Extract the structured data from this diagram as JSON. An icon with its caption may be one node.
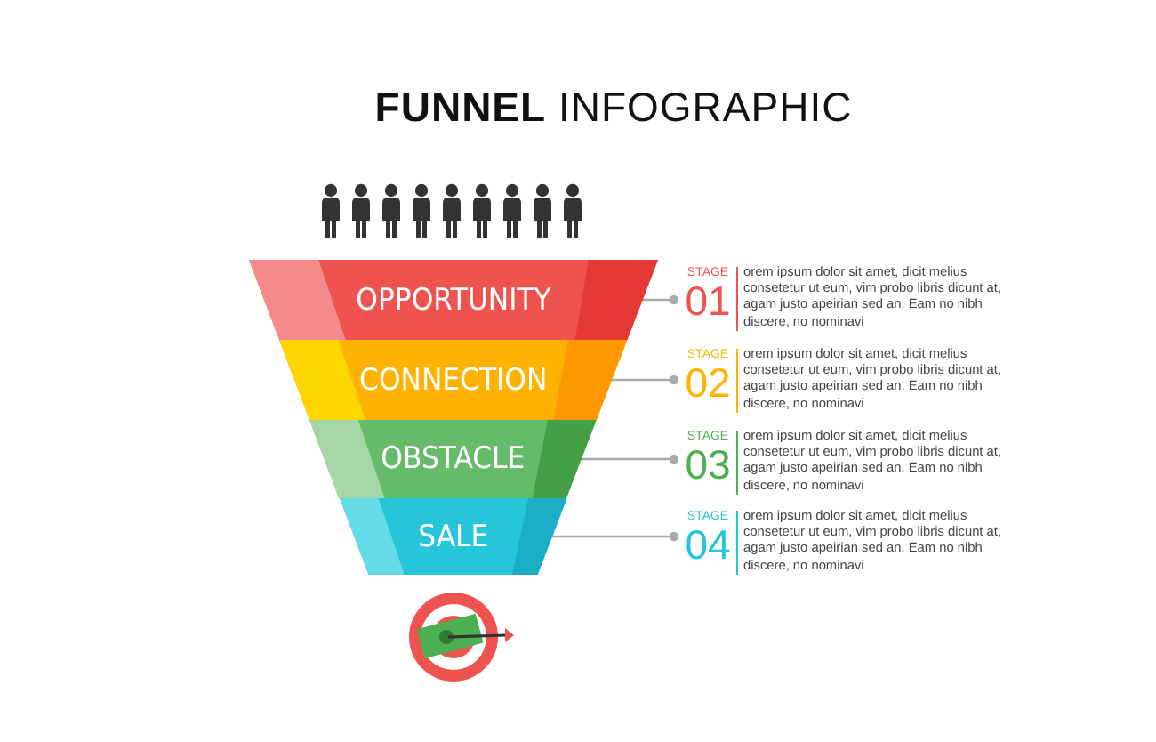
{
  "diagram": {
    "title": "**FUNNEL** INFOGRAPHIC",
    "nodes": [
      {
        "text": [
          "OPPORTUNITY"
        ]
      },
      {
        "text": [
          "CONNECTION"
        ]
      },
      {
        "text": [
          "OBSTACLE"
        ]
      },
      {
        "text": [
          "SALE"
        ]
      },
      {
        "text": [
          "STAGE",
          "01",
          "orem ipsum dolor sit amet, dicit melius consetetur ut eum, vim probo libris dicunt at, agam justo apeirian sed an. Eam no nibh discere, no nominavi"
        ]
      },
      {
        "text": [
          "STAGE",
          "02",
          "orem ipsum dolor sit amet, dicit melius consetetur ut eum, vim probo libris dicunt at, agam justo apeirian sed an. Eam no nibh discere, no nominavi"
        ]
      },
      {
        "text": [
          "STAGE",
          "03",
          "orem ipsum dolor sit amet, dicit melius consetetur ut eum, vim probo libris dicunt at, agam justo apeirian sed an. Eam no nibh discere, no nominavi"
        ]
      },
      {
        "text": [
          "STAGE",
          "04",
          "orem ipsum dolor sit amet, dicit melius consetetur ut eum, vim probo libris dicunt at, agam justo apeirian sed an. Eam no nibh discere, no nominavi"
        ]
      }
    ],
    "edges": [
      {
        "from": 0,
        "to": 4,
        "arrow": "other"
      },
      {
        "from": 1,
        "to": 5,
        "arrow": "other"
      },
      {
        "from": 2,
        "to": 6,
        "arrow": "other"
      },
      {
        "from": 3,
        "to": 7,
        "arrow": "other"
      }
    ]
  }
}
